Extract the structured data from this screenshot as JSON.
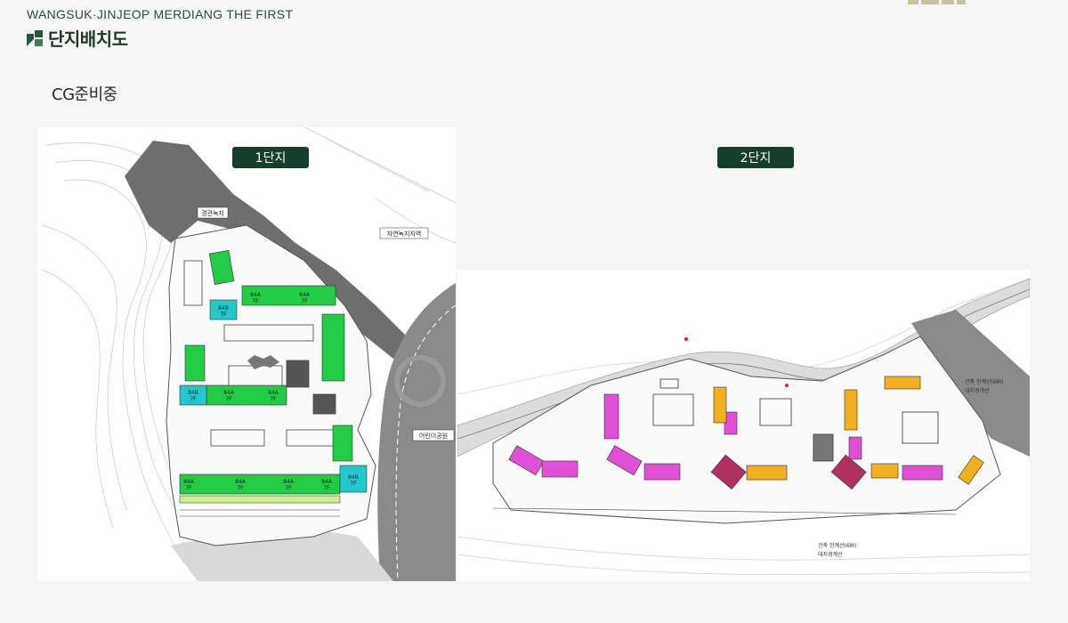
{
  "header": {
    "brand": "WANGSUK·JINJEOP MERDIANG THE FIRST",
    "title": "단지배치도",
    "subtitle": "CG준비중"
  },
  "complex1": {
    "badge": "1단지",
    "labels": {
      "scenic_green": "경관녹지",
      "natural_green": "자연녹지지역",
      "playground": "어린이공원",
      "unit_84a": "84A",
      "unit_84b": "84B",
      "floors": "7F"
    }
  },
  "complex2": {
    "badge": "2단지",
    "labels": {
      "building_line": "건축 한계선(6M)",
      "site_line": "대지경계선"
    }
  },
  "colors": {
    "green_unit": "#22cc44",
    "cyan_unit": "#22c8cc",
    "magenta_unit": "#e14fd6",
    "orange_unit": "#f0b020",
    "maroon_unit": "#b03060",
    "badge_bg": "#173d2d"
  }
}
